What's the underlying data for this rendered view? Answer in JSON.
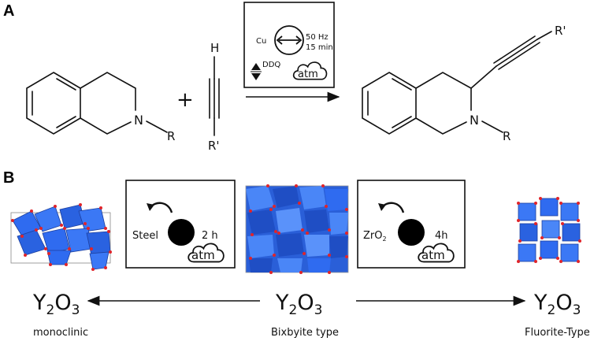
{
  "panel_a": {
    "label": "A",
    "amine_substituent": "R",
    "amine_atom": "N",
    "alkyne_top": "H",
    "alkyne_bottom": "R'",
    "plus": "+",
    "conditions": {
      "catalyst": "Cu",
      "frequency": "50 Hz",
      "time": "15 min",
      "oxidant": "DDQ",
      "atmosphere": "atm"
    },
    "product_amine_atom": "N",
    "product_amine_substituent": "R",
    "product_alkyne_substituent": "R'"
  },
  "panel_b": {
    "label": "B",
    "left_box": {
      "ball": "Steel",
      "time": "2 h",
      "atmosphere": "atm"
    },
    "right_box": {
      "ball_main": "ZrO",
      "ball_sub": "2",
      "time": "4h",
      "atmosphere": "atm"
    },
    "formula": {
      "y": "Y",
      "y_sub": "2",
      "o": "O",
      "o_sub": "3"
    },
    "phases": {
      "left": "monoclinic",
      "center": "Bixbyite type",
      "right": "Fluorite-Type"
    }
  },
  "colors": {
    "polyhedra": "#2f6bf0",
    "polyhedra_dark": "#1d3f9e",
    "oxygen": "#e0242a"
  }
}
